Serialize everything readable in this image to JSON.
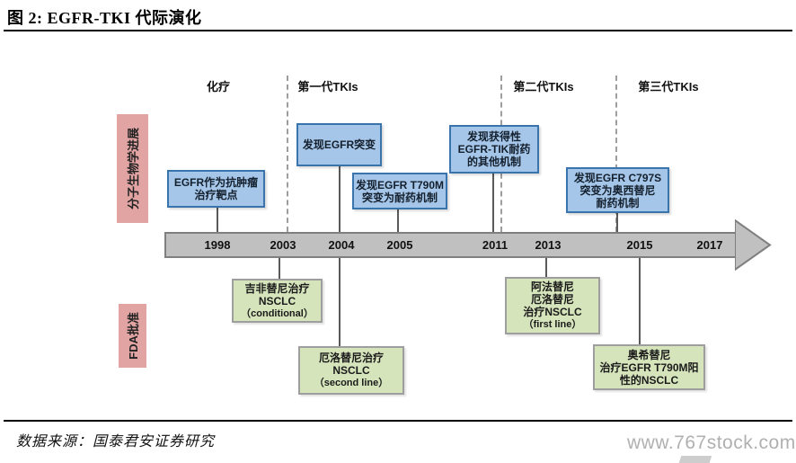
{
  "header": {
    "title": "图 2:  EGFR-TKI 代际演化"
  },
  "phases": {
    "labels": [
      "化疗",
      "第一代TKIs",
      "第二代TKIs",
      "第三代TKIs"
    ]
  },
  "side_labels": {
    "top": "分子生物学进展",
    "bottom": "FDA批准"
  },
  "timeline": {
    "years": [
      "1998",
      "2003",
      "2004",
      "2005",
      "2011",
      "2013",
      "2015",
      "2017"
    ]
  },
  "milestones": [
    {
      "lines": [
        "EGFR作为抗肿瘤",
        "治疗靶点"
      ]
    },
    {
      "lines": [
        "发现EGFR突变"
      ]
    },
    {
      "lines": [
        "发现EGFR T790M",
        "突变为耐药机制"
      ]
    },
    {
      "lines": [
        "发现获得性",
        "EGFR-TIK耐药",
        "的其他机制"
      ]
    },
    {
      "lines": [
        "发现EGFR C797S",
        "突变为奥西替尼",
        "耐药机制"
      ]
    }
  ],
  "approvals": [
    {
      "lines": [
        "吉非替尼治疗",
        "NSCLC",
        "（conditional）"
      ]
    },
    {
      "lines": [
        "厄洛替尼治疗",
        "NSCLC",
        "（second line）"
      ]
    },
    {
      "lines": [
        "阿法替尼",
        "厄洛替尼",
        "治疗NSCLC",
        "（first line）"
      ]
    },
    {
      "lines": [
        "奥希替尼",
        "治疗EGFR T790M阳",
        "性的NSCLC"
      ]
    }
  ],
  "footer": {
    "source": "数据来源：国泰君安证券研究",
    "watermark": "www.767stock.com"
  },
  "colors": {
    "milestone_fill": "#A5C6E8",
    "milestone_border": "#3A74AD",
    "approval_fill": "#D6E4BC",
    "approval_border": "#9E9E9E",
    "side_label_fill": "#E2A3A3",
    "timeline_fill": "#C0C0C0",
    "timeline_border": "#7F7F7F"
  }
}
